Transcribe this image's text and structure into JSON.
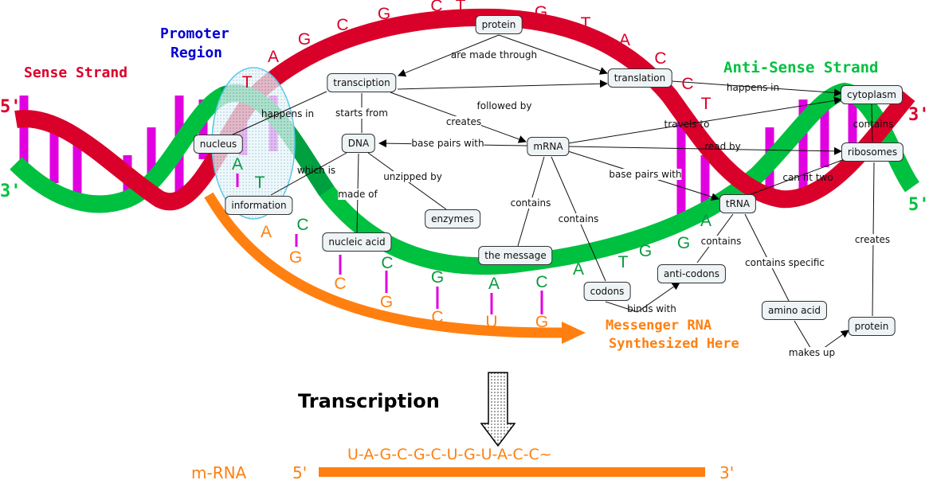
{
  "colors": {
    "sense": "#d9002a",
    "antisense": "#00c040",
    "rung": "#e000e0",
    "mrna": "#ff8010",
    "promoter": "#0000d0"
  },
  "titles": {
    "sense_strand": "Sense Strand",
    "promoter_line1": "Promoter",
    "promoter_line2": "Region",
    "antisense_strand": "Anti-Sense Strand",
    "five_left": "5'",
    "three_left": "3'",
    "three_right": "3'",
    "five_right": "5'",
    "messenger_line1": "Messenger RNA",
    "messenger_line2": "Synthesized Here",
    "transcription": "Transcription",
    "mrna_sequence": "U-A-G-C-G-C-U-G-U-A-C-C~",
    "mrna_label": "m-RNA",
    "mrna_5": "5'",
    "mrna_3": "3'"
  },
  "bases": {
    "sense": [
      "A",
      "G",
      "C",
      "G",
      "C",
      "T",
      "G",
      "T",
      "A",
      "C",
      "C",
      "T",
      "T"
    ],
    "antisense": [
      "A",
      "T",
      "C",
      "C",
      "G",
      "A",
      "C",
      "A",
      "T",
      "G",
      "G",
      "A"
    ],
    "mrna": [
      "A",
      "G",
      "C",
      "G",
      "C",
      "U",
      "G"
    ]
  },
  "nodes": {
    "protein_top": "protein",
    "transcription": "transciption",
    "translation": "translation",
    "cytoplasm": "cytoplasm",
    "nucleus": "nucleus",
    "dna": "DNA",
    "mrna": "mRNA",
    "ribosomes": "ribosomes",
    "trna": "tRNA",
    "information": "information",
    "enzymes": "enzymes",
    "nucleic_acid": "nucleic acid",
    "the_message": "the message",
    "anti_codons": "anti-codons",
    "codons": "codons",
    "amino_acid": "amino acid",
    "protein_bottom": "protein"
  },
  "links": {
    "are_made_through": "are made through",
    "happens_in_1": "happens in",
    "starts_from": "starts from",
    "followed_by": "followed by",
    "creates_1": "creates",
    "base_pairs_with_1": "base pairs with",
    "happens_in_2": "happens in",
    "travels_to": "travels to",
    "read_by": "read by",
    "contains_1": "contains",
    "which_is": "which is",
    "unzipped_by": "unzipped by",
    "made_of": "made of",
    "base_pairs_with_2": "base pairs with",
    "can_fit_two": "can fit two",
    "contains_2": "contains",
    "contains_3": "contains",
    "contains_4": "contains",
    "contains_specific": "contains specific",
    "creates_2": "creates",
    "binds_with": "binds with",
    "makes_up": "makes up"
  }
}
